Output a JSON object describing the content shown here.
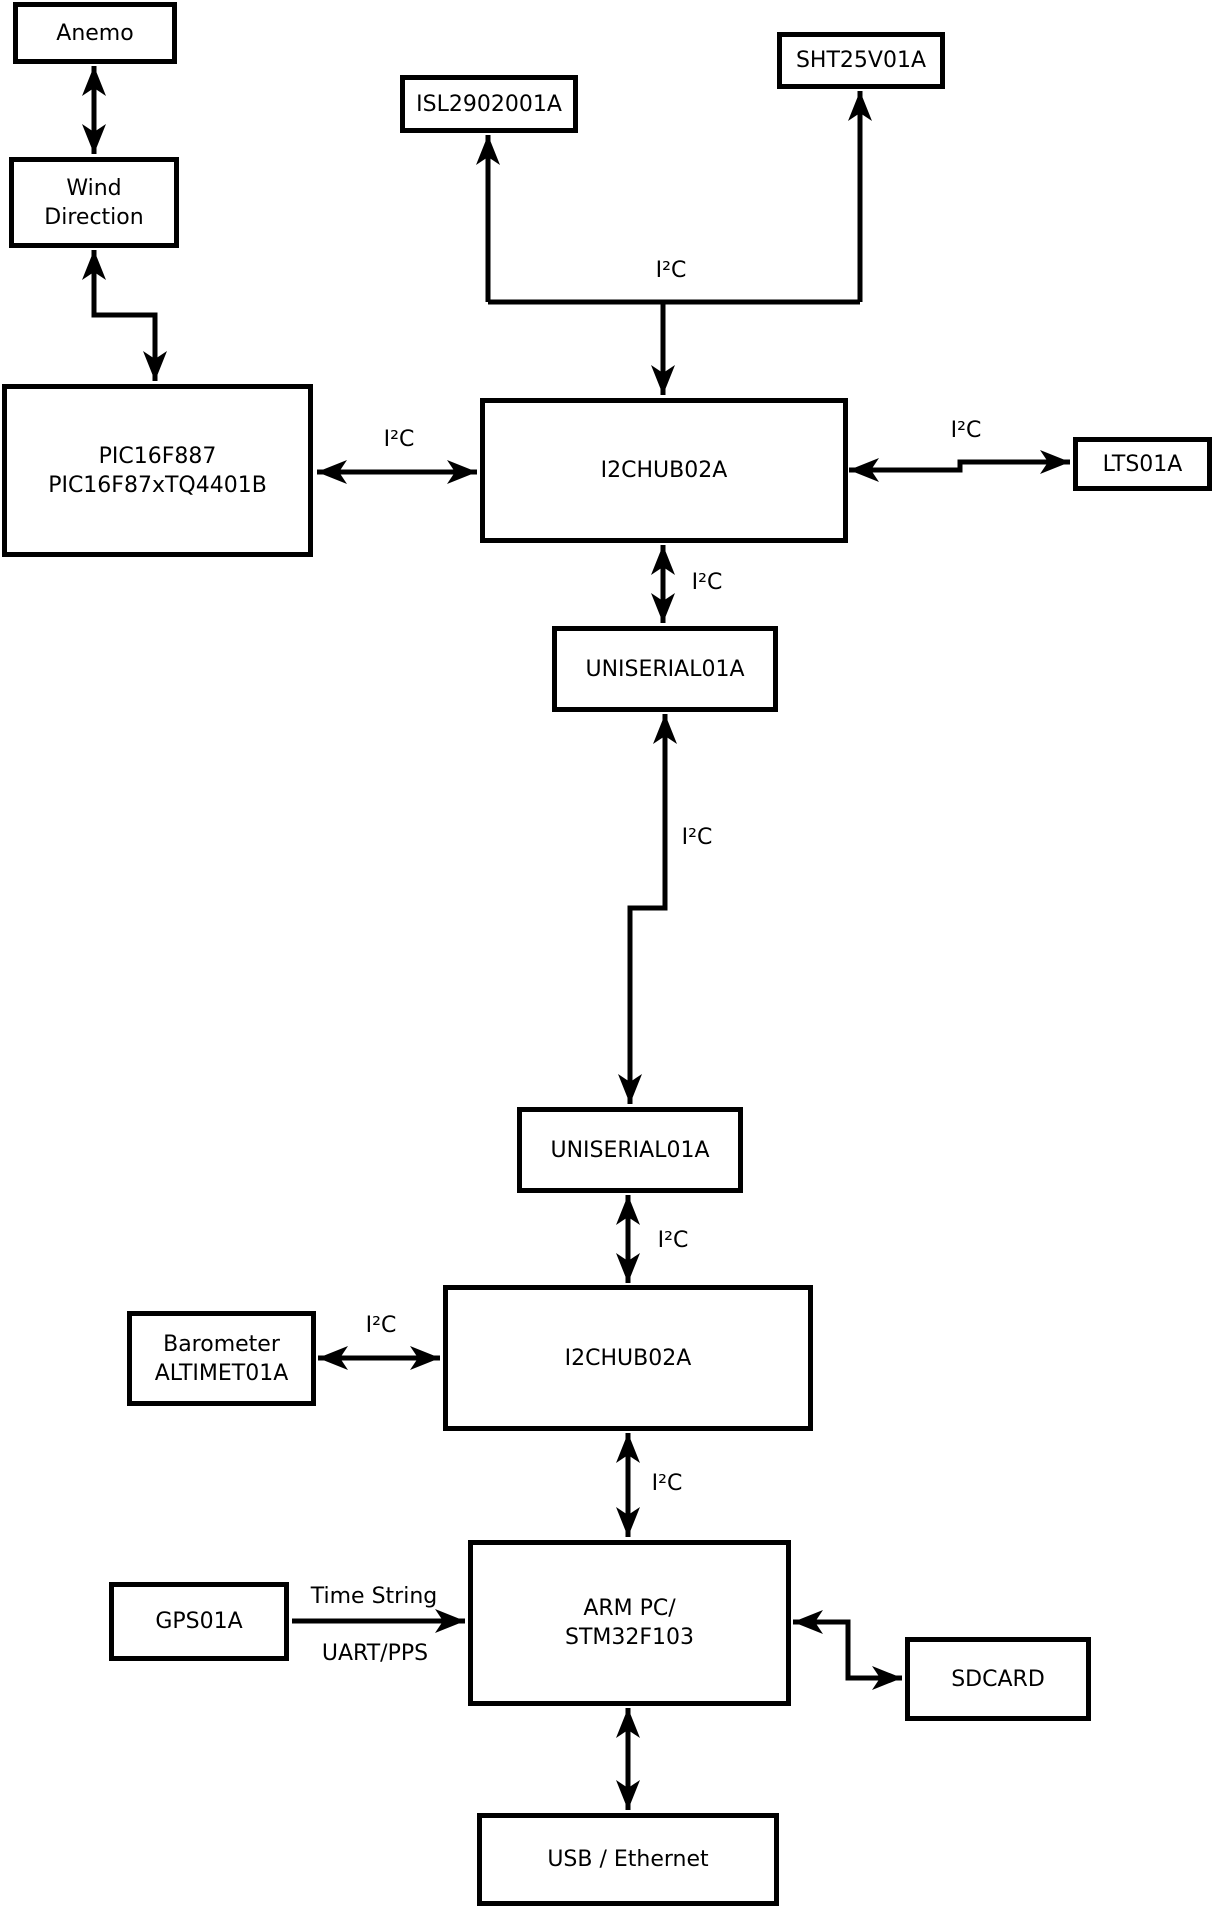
{
  "diagram": {
    "nodes": {
      "anemo": {
        "label": "Anemo"
      },
      "wind": {
        "line1": "Wind",
        "line2": "Direction"
      },
      "isl": {
        "label": "ISL2902001A"
      },
      "sht": {
        "label": "SHT25V01A"
      },
      "pic": {
        "line1": "PIC16F887",
        "line2": "PIC16F87xTQ4401B"
      },
      "hub1": {
        "label": "I2CHUB02A"
      },
      "lts": {
        "label": "LTS01A"
      },
      "uniserial1": {
        "label": "UNISERIAL01A"
      },
      "uniserial2": {
        "label": "UNISERIAL01A"
      },
      "hub2": {
        "label": "I2CHUB02A"
      },
      "barometer": {
        "line1": "Barometer",
        "line2": "ALTIMET01A"
      },
      "arm": {
        "line1": "ARM PC/",
        "line2": "STM32F103"
      },
      "gps": {
        "label": "GPS01A"
      },
      "sdcard": {
        "label": "SDCARD"
      },
      "usb": {
        "label": "USB / Ethernet"
      }
    },
    "edge_labels": {
      "i2c_top": "I²C",
      "i2c_pic_hub1": "I²C",
      "i2c_hub1_lts": "I²C",
      "i2c_hub1_uniserial1": "I²C",
      "i2c_uniserial_link": "I²C",
      "i2c_uniserial2_hub2": "I²C",
      "i2c_barometer_hub2": "I²C",
      "i2c_hub2_arm": "I²C",
      "time_string": "Time String",
      "uart_pps": "UART/PPS"
    },
    "colors": {
      "line": "#000000",
      "box_border": "#000000",
      "box_background": "#ffffff",
      "text": "#000000"
    }
  }
}
